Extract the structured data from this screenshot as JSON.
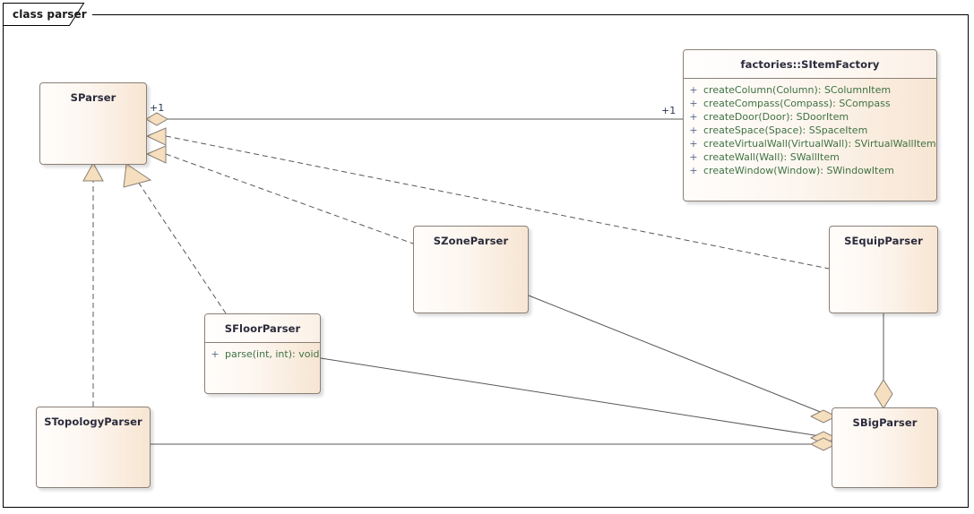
{
  "diagram": {
    "frame_label": "class parser",
    "kind": "uml-class-diagram",
    "colors": {
      "box_border": "#8a7f76",
      "box_fill_light": "#fffdfb",
      "box_fill_dark": "#f7e5d2",
      "title_text": "#2b2b3c",
      "member_text": "#3f7243",
      "visibility_text": "#5b6b8a",
      "connector": "#585858",
      "diamond_fill": "#f5dfbe",
      "triangle_fill": "#f5dfbe",
      "frame_border": "#000000",
      "background": "#ffffff"
    }
  },
  "classes": [
    {
      "id": "sparser",
      "name": "SParser",
      "members": []
    },
    {
      "id": "sitemfactory",
      "name": "factories::SItemFactory",
      "members": [
        {
          "visibility": "+",
          "signature": "createColumn(Column): SColumnItem"
        },
        {
          "visibility": "+",
          "signature": "createCompass(Compass): SCompass"
        },
        {
          "visibility": "+",
          "signature": "createDoor(Door): SDoorItem"
        },
        {
          "visibility": "+",
          "signature": "createSpace(Space): SSpaceItem"
        },
        {
          "visibility": "+",
          "signature": "createVirtualWall(VirtualWall): SVirtualWallItem"
        },
        {
          "visibility": "+",
          "signature": "createWall(Wall): SWallItem"
        },
        {
          "visibility": "+",
          "signature": "createWindow(Window): SWindowItem"
        }
      ]
    },
    {
      "id": "szoneparser",
      "name": "SZoneParser",
      "members": []
    },
    {
      "id": "sequipparser",
      "name": "SEquipParser",
      "members": []
    },
    {
      "id": "sfloorparser",
      "name": "SFloorParser",
      "members": [
        {
          "visibility": "+",
          "signature": "parse(int, int): void"
        }
      ]
    },
    {
      "id": "stopologyparser",
      "name": "STopologyParser",
      "members": []
    },
    {
      "id": "sbigparser",
      "name": "SBigParser",
      "members": []
    }
  ],
  "multiplicities": [
    {
      "id": "mult-sparser",
      "label": "+1"
    },
    {
      "id": "mult-sitemfactory",
      "label": "+1"
    }
  ],
  "relationships": [
    {
      "from": "sparser",
      "to": "sitemfactory",
      "type": "aggregation",
      "style": "solid"
    },
    {
      "from": "sparser",
      "to": "sequipparser",
      "type": "realization",
      "style": "dashed"
    },
    {
      "from": "sparser",
      "to": "szoneparser",
      "type": "realization",
      "style": "dashed"
    },
    {
      "from": "stopologyparser",
      "to": "sparser",
      "type": "generalization",
      "style": "dashed"
    },
    {
      "from": "sfloorparser",
      "to": "sparser",
      "type": "realization",
      "style": "dashed"
    },
    {
      "from": "szoneparser",
      "to": "sbigparser",
      "type": "aggregation",
      "style": "solid"
    },
    {
      "from": "sfloorparser",
      "to": "sbigparser",
      "type": "aggregation",
      "style": "solid"
    },
    {
      "from": "stopologyparser",
      "to": "sbigparser",
      "type": "aggregation",
      "style": "solid"
    },
    {
      "from": "sequipparser",
      "to": "sbigparser",
      "type": "aggregation",
      "style": "solid"
    }
  ]
}
